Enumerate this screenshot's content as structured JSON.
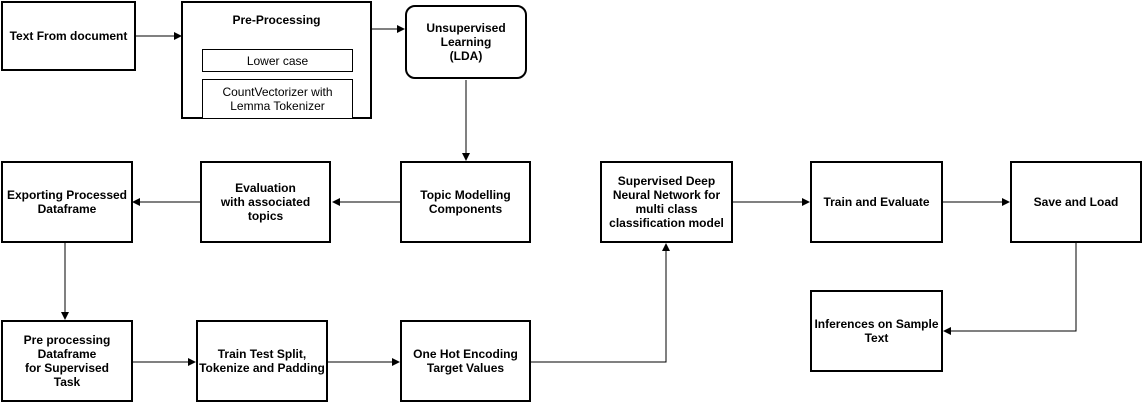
{
  "nodes": {
    "text_from_document": "Text From document",
    "pre_processing_title": "Pre-Processing",
    "lower_case": "Lower case",
    "count_vectorizer": "CountVectorizer with\nLemma Tokenizer",
    "unsupervised_learning": "Unsupervised\nLearning\n(LDA)",
    "topic_modelling": "Topic Modelling\nComponents",
    "evaluation": "Evaluation\nwith associated\ntopics",
    "exporting": "Exporting Processed\nDataframe",
    "pre_processing_supervised": "Pre processing\nDataframe\nfor Supervised\nTask",
    "train_test_split": "Train Test Split,\nTokenize and Padding",
    "one_hot": "One Hot Encoding\nTarget Values",
    "supervised_dnn": "Supervised Deep\nNeural Network for\nmulti class\nclassification model",
    "train_evaluate": "Train and Evaluate",
    "save_load": "Save and Load",
    "inferences": "Inferences on Sample\nText"
  },
  "colors": {
    "stroke": "#000000",
    "background": "#ffffff"
  }
}
